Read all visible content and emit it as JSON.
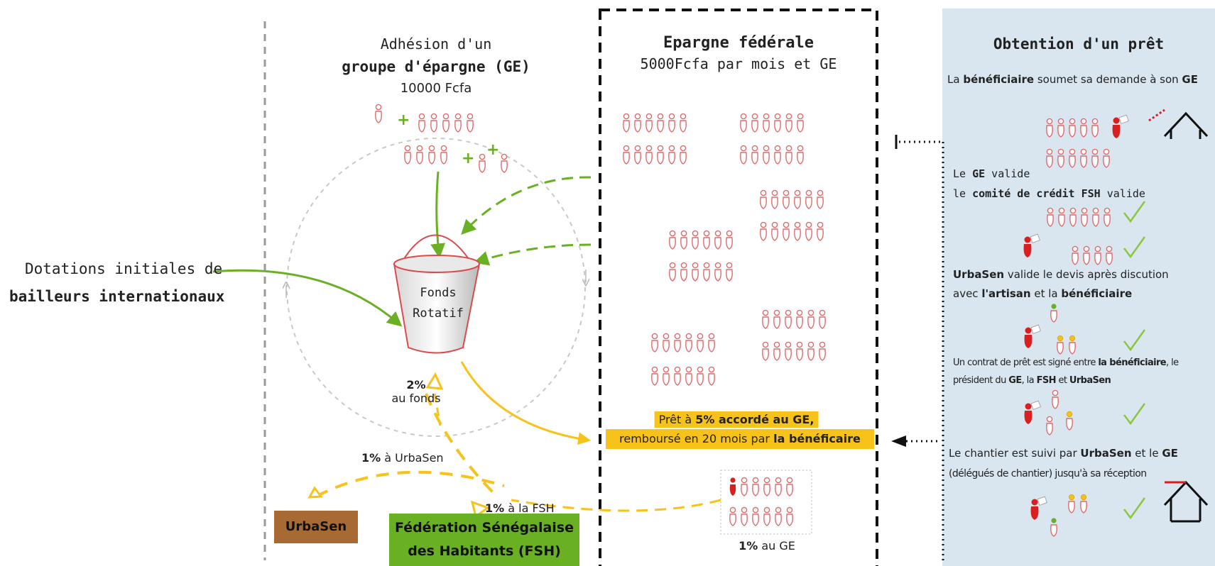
{
  "colors": {
    "figure": "#e06a6a",
    "figure_dark": "#d92020",
    "green": "#6ab023",
    "yellow": "#f7c21a",
    "brown": "#a86a34",
    "panel": "#d9e6ef",
    "dashed_grey": "#9a9a9a"
  },
  "left": {
    "dotations_1": "Dotations initiales de",
    "dotations_2": "bailleurs internationaux"
  },
  "adhesion": {
    "line1": "Adhésion d'un",
    "line2": "groupe d'épargne (GE)",
    "line3": "10000 Fcfa"
  },
  "bucket": {
    "line1": "Fonds",
    "line2": "Rotatif"
  },
  "fees": {
    "fonds_pct": "2%",
    "fonds_txt": "au fonds",
    "urbasen_pct": "1%",
    "urbasen_txt": "à UrbaSen",
    "fsh_pct": "1%",
    "fsh_txt": "à la FSH",
    "ge_pct": "1%",
    "ge_txt": "au GE"
  },
  "boxes": {
    "urbasen": "UrbaSen",
    "fsh_1": "Fédération Sénégalaise",
    "fsh_2": "des Habitants (FSH)"
  },
  "epargne": {
    "title": "Epargne fédérale",
    "subtitle": "5000Fcfa par mois et GE",
    "pret_1a": "Prêt à ",
    "pret_1b": "5% accordé au GE,",
    "pret_2a": "remboursé en 20 mois par ",
    "pret_2b": "la bénéficaire"
  },
  "panel": {
    "title": "Obtention d'un prêt",
    "s1a": "La ",
    "s1b": "bénéficiaire",
    "s1c": " soumet sa demande à son ",
    "s1d": "GE",
    "s2a": "Le ",
    "s2b": "GE",
    "s2c": " valide",
    "s3a": "le ",
    "s3b": "comité de crédit FSH",
    "s3c": " valide",
    "s4a": "UrbaSen",
    "s4b": " valide le devis après discution",
    "s5a": "avec ",
    "s5b": "l'artisan",
    "s5c": " et la ",
    "s5d": "bénéficiaire",
    "s6a": "Un contrat de prêt est signé entre ",
    "s6b": "la bénéficiaire",
    ", ": "",
    "s6c": ", le",
    "s7a": "président du ",
    "s7b": "GE",
    ", la ": "",
    "s7c": ", la ",
    "s7d": "FSH",
    "s7e": " et ",
    "s7f": "UrbaSen",
    "s8a": "Le chantier est suivi par ",
    "s8b": "UrbaSen",
    "s8c": " et le ",
    "s8d": "GE",
    "s9": "(délégués de chantier) jusqu'à sa réception"
  }
}
